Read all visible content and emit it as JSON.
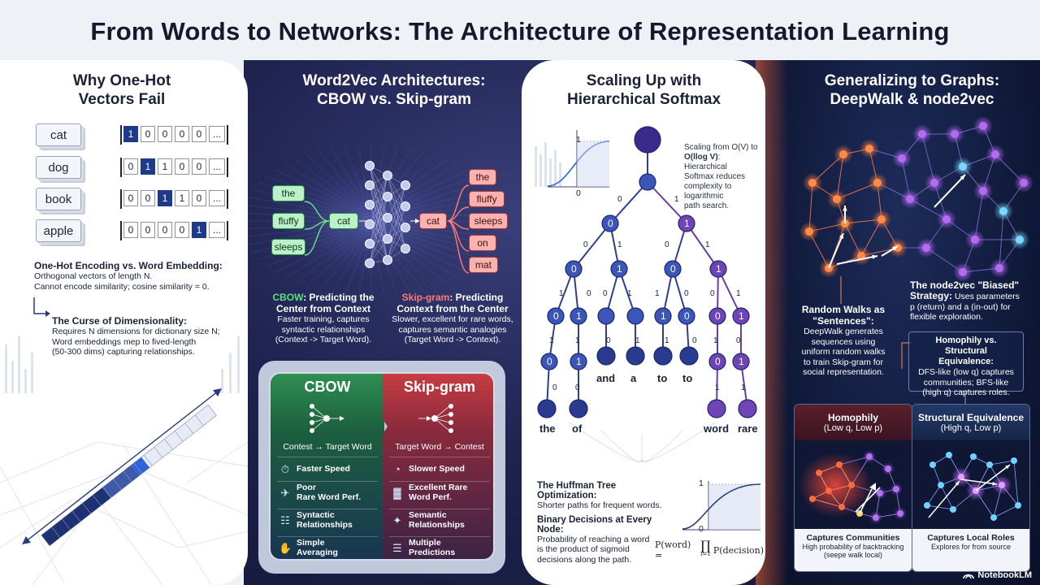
{
  "title": "From Words to Networks: The Architecture of Representation Learning",
  "brand": "NotebookLM",
  "onehot": {
    "heading_line1": "Why One-Hot",
    "heading_line2": "Vectors Fail",
    "words": [
      {
        "word": "cat",
        "vec": [
          "1",
          "0",
          "0",
          "0",
          "0",
          "..."
        ],
        "on": [
          0
        ]
      },
      {
        "word": "dog",
        "vec": [
          "0",
          "1",
          "1",
          "0",
          "0",
          "..."
        ],
        "on": [
          1
        ]
      },
      {
        "word": "book",
        "vec": [
          "0",
          "0",
          "1",
          "1",
          "0",
          "..."
        ],
        "on": [
          2
        ]
      },
      {
        "word": "apple",
        "vec": [
          "0",
          "0",
          "0",
          "0",
          "1",
          "..."
        ],
        "on": [
          4
        ]
      }
    ],
    "enc_title": "One-Hot Encoding vs. Word Embedding:",
    "enc_line1": "Orthogonal vectors of length N.",
    "enc_line2": "Cannot encode similarity; cosine similarity = 0.",
    "curse_title": "The Curse of Dimensionality:",
    "curse_line1": "Requires N dimensions for dictionary size N;",
    "curse_line2": "Word embeddings mep to fived-length",
    "curse_line3": "(50-300 dims) capturing relationships."
  },
  "w2v": {
    "heading_line1": "Word2Vec Architectures:",
    "heading_line2": "CBOW vs. Skip-gram",
    "cbow_inputs": [
      "the",
      "fluffy",
      "sleeps"
    ],
    "cbow_center": "cat",
    "sg_center": "cat",
    "sg_outputs": [
      "the",
      "fluffy",
      "sleeps",
      "on",
      "mat"
    ],
    "cbow_desc_key": "CBOW",
    "cbow_desc_title_a": ": Predicting the",
    "cbow_desc_title_b": "Center from Context",
    "cbow_desc_1": "Faster training, captures",
    "cbow_desc_2": "syntactic relationships",
    "cbow_desc_3": "(Context -> Target Word).",
    "sg_desc_key": "Skip-gram",
    "sg_desc_title_a": ": Predicting",
    "sg_desc_title_b": "Context from the Center",
    "sg_desc_1": "Slower, excellent for rare words,",
    "sg_desc_2": "captures semantic analogies",
    "sg_desc_3": "(Target Word -> Context).",
    "table": {
      "cbow_head": "CBOW",
      "sg_head": "Skip-gram",
      "cbow_sub": "Contest → Target Word",
      "sg_sub": "Target Word → Contest",
      "cbow_rows": [
        {
          "icon": "⏱",
          "line1": "Faster Speed",
          "line2": ""
        },
        {
          "icon": "✈",
          "line1": "Poor",
          "line2": "Rare Word Perf."
        },
        {
          "icon": "☷",
          "line1": "Syntactic",
          "line2": "Relationships"
        },
        {
          "icon": "✋",
          "line1": "Simple",
          "line2": "Averaging"
        }
      ],
      "sg_rows": [
        {
          "icon": "◔",
          "line1": "Slower Speed",
          "line2": ""
        },
        {
          "icon": "▓",
          "line1": "Excellent Rare",
          "line2": "Word Perf."
        },
        {
          "icon": "✦",
          "line1": "Semantic",
          "line2": "Relationships"
        },
        {
          "icon": "☰",
          "line1": "Multiple",
          "line2": "Predictions"
        }
      ]
    }
  },
  "hs": {
    "heading_line1": "Scaling Up with",
    "heading_line2": "Hierarchical Softmax",
    "note_1": "Scaling from O(V) to",
    "note_2_bold": "O(llog V)",
    "note_2_rest": ": Hierarchical",
    "note_3": "Softmax reduces",
    "note_4": "complexity to logarithmic",
    "note_5": "path search.",
    "mini_y1": "1",
    "mini_y0": "0",
    "internal_labels": [
      "0",
      "1",
      "0",
      "1",
      "0",
      "1",
      "0",
      "1",
      "1",
      "0",
      "0",
      "1",
      "0",
      "1",
      "0",
      "1"
    ],
    "leaves": [
      "the",
      "of",
      "and",
      "a",
      "to",
      "to",
      "word",
      "rare"
    ],
    "huff_title": "The Huffman Tree Optimization:",
    "huff_desc": "Shorter paths for frequent words.",
    "bin_title": "Binary Decisions at Every Node:",
    "bin_1": "Probability of reaching a word",
    "bin_2": "is the product of sigmoid",
    "bin_3": "decisions along the path.",
    "formula_left": "P(word) =",
    "formula_prod": "∏",
    "formula_right": "P(decision)",
    "formula_sub": "i=1",
    "sig_1": "1",
    "sig_0": "0"
  },
  "graph": {
    "heading_line1": "Generalizing to Graphs:",
    "heading_line2": "DeepWalk & node2vec",
    "rw_title_1": "Random Walks as",
    "rw_title_2": "\"Sentences\":",
    "rw_1": "DeepWalk generates",
    "rw_2": "sequences using",
    "rw_3": "uniform random walks",
    "rw_4": "to train Skip-gram for",
    "rw_5": "social representation.",
    "n2v_title_1": "The node2vec \"Biased\"",
    "n2v_title_2": "Strategy:",
    "n2v_1": "Uses parameters",
    "n2v_2": "p (return) and a (in-out) for",
    "n2v_3": "flexible exploration.",
    "hv_title_1": "Homophily vs. Structural",
    "hv_title_2": "Equivalence:",
    "hv_1": "DFS-like (low q) captures",
    "hv_2": "communities; BFS-like",
    "hv_3": "(high q) captures roles.",
    "homophily_title": "Homophily",
    "homophily_sub": "(Low q, Low p)",
    "homophily_foot_title": "Captures Communities",
    "homophily_foot_1": "High probability of backtracking",
    "homophily_foot_2": "(seepe walk local)",
    "se_title": "Structural Equivalence",
    "se_sub": "(High q, Low p)",
    "se_foot_title": "Captures Local Roles",
    "se_foot_1": "Explores for from source"
  }
}
